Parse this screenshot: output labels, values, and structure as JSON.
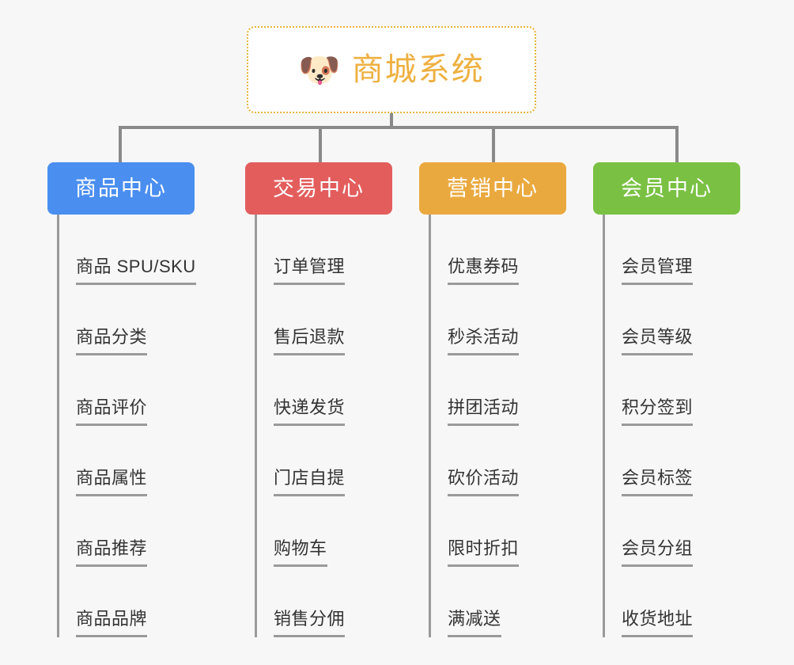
{
  "canvas": {
    "background": "#f7f7f7",
    "connector_color": "#8a8a8a",
    "spine_color": "#9a9a9a"
  },
  "root": {
    "icon": "shiba-dog-face-emoji",
    "icon_glyph": "🐶",
    "title": "商城系统",
    "title_color": "#eeb040",
    "border_color": "#eab33a",
    "background": "#ffffff"
  },
  "branches": [
    {
      "id": "product-center",
      "label": "商品中心",
      "color": "#4a8ef0",
      "items": [
        "商品 SPU/SKU",
        "商品分类",
        "商品评价",
        "商品属性",
        "商品推荐",
        "商品品牌"
      ]
    },
    {
      "id": "trade-center",
      "label": "交易中心",
      "color": "#e35d5d",
      "items": [
        "订单管理",
        "售后退款",
        "快递发货",
        "门店自提",
        "购物车",
        "销售分佣"
      ]
    },
    {
      "id": "marketing-center",
      "label": "营销中心",
      "color": "#eaa93f",
      "items": [
        "优惠券码",
        "秒杀活动",
        "拼团活动",
        "砍价活动",
        "限时折扣",
        "满减送"
      ]
    },
    {
      "id": "member-center",
      "label": "会员中心",
      "color": "#7ac143",
      "items": [
        "会员管理",
        "会员等级",
        "积分签到",
        "会员标签",
        "会员分组",
        "收货地址"
      ]
    }
  ]
}
